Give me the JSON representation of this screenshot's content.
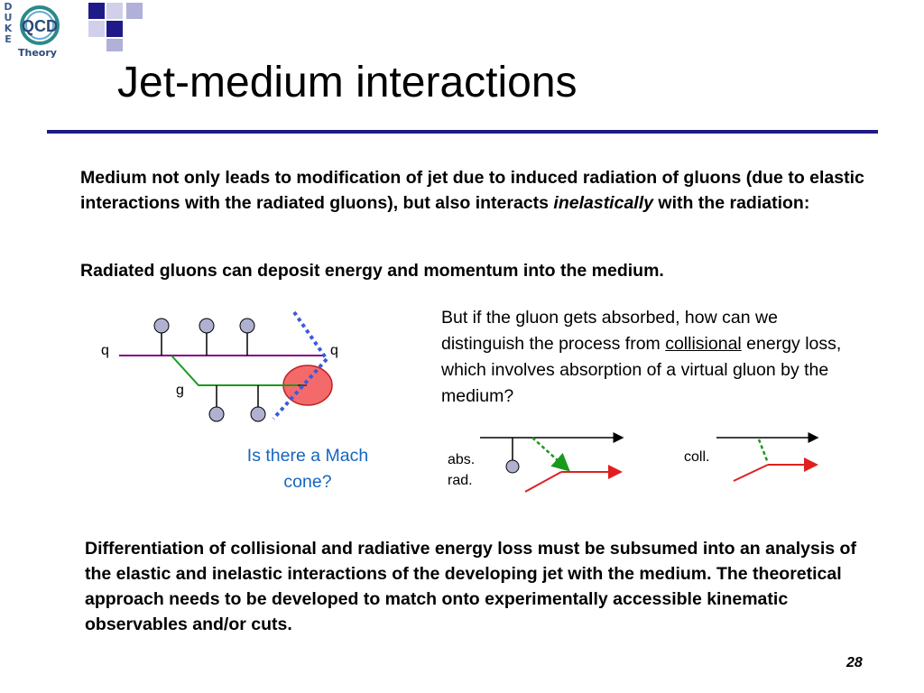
{
  "logo": {
    "letters": [
      "D",
      "U",
      "K",
      "E"
    ],
    "emblem": "QCD",
    "name": "Theory"
  },
  "title": "Jet-medium interactions",
  "para1": {
    "before": "Medium not only leads to modification of jet due to induced radiation of gluons (due to elastic interactions with the radiated gluons), but also interacts ",
    "emph": "inelastically",
    "after": " with the radiation:"
  },
  "para2": "Radiated gluons can deposit energy and momentum into the medium.",
  "right_text": {
    "before": "But if the gluon gets absorbed, how can we distinguish the process from ",
    "underlined": "collisional",
    "after": " energy loss, which involves absorption of a virtual gluon by the medium?"
  },
  "diagram": {
    "q_left": "q",
    "q_right": "q",
    "g": "g",
    "question": "Is there a Mach cone?"
  },
  "small_diagrams": {
    "abs_label": "abs.\nrad.",
    "coll_label": "coll."
  },
  "para3": "Differentiation of collisional and radiative energy loss must be subsumed into an analysis of the elastic and  inelastic interactions of the developing jet with the medium. The theoretical approach needs to be developed to match onto experimentally accessible kinematic observables and/or cuts.",
  "page_number": "28",
  "colors": {
    "title_rule": "#1f1a8a",
    "quark_line": "#800080",
    "gluon_line": "#1a9a1a",
    "medium_blob": "#f46a6a",
    "cone_dots": "#3a5ae0",
    "question_text": "#1565c0",
    "recoil": "#e02020"
  }
}
